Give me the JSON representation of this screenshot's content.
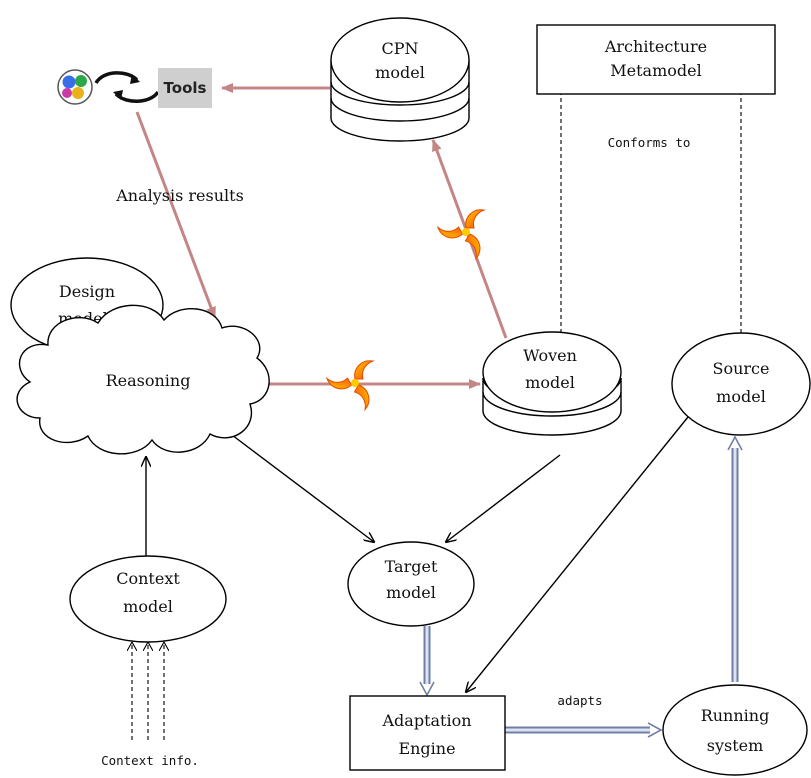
{
  "nodes": {
    "cpn_model": [
      "CPN",
      "model"
    ],
    "architecture_metamodel": [
      "Architecture",
      "Metamodel"
    ],
    "tools": "Tools",
    "design_models": [
      "Design",
      "models"
    ],
    "reasoning": "Reasoning",
    "woven_model": [
      "Woven",
      "model"
    ],
    "source_model": [
      "Source",
      "model"
    ],
    "target_model": [
      "Target",
      "model"
    ],
    "context_model": [
      "Context",
      "model"
    ],
    "adaptation_engine": [
      "Adaptation",
      "Engine"
    ],
    "running_system": [
      "Running",
      "system"
    ]
  },
  "edge_labels": {
    "analysis_results": "Analysis results",
    "conforms_to": "Conforms to",
    "adapts": "adapts",
    "context_info": "Context  info."
  },
  "colors": {
    "weave_edge": "#c48585",
    "dependency_edge": "#000000",
    "double_edge": "#6f7fa8",
    "weave_icon_gradient": [
      "#ffd200",
      "#ff3a00"
    ],
    "tools_box": "#cfcfcf",
    "cpn_logo": [
      "#3a6ee8",
      "#2aa84a",
      "#e8b21a",
      "#c93aa8"
    ]
  },
  "icons": {
    "weave": "aspect-weaving-icon",
    "cpn_logo": "cpn-tools-logo-icon",
    "cycle": "circular-arrows-icon"
  }
}
